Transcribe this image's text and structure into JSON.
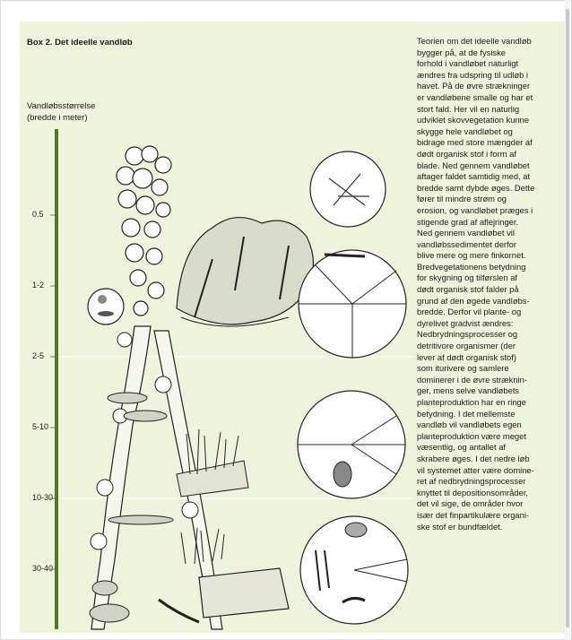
{
  "box_title": "Box  2. Det ideelle vandløb",
  "axis": {
    "title_line1": "Vandløbsstørrelse",
    "title_line2": "(bredde i meter)",
    "ticks": [
      "0.5",
      "1-2",
      "2-5",
      "5-10",
      "10-30",
      "30-40"
    ]
  },
  "description_lines": [
    "Teorien om det ideelle vandløb",
    "bygger på, at de fysiske",
    "forhold i vandløbet naturligt",
    "ændres fra udspring til udløb i",
    "havet. På de øvre strækninger",
    "er vandløbene smalle og har et",
    "stort fald. Her vil en naturlig",
    "udviklet skovvegetation kunne",
    "skygge hele vandløbet og",
    "bidrage med store mængder af",
    "dødt organisk stof i form af",
    "blade. Ned gennem vandløbet",
    "aftager faldet samtidig med, at",
    "bredde samt dybde øges. Dette",
    "fører til mindre strøm og",
    "erosion, og vandløbet præges i",
    "stigende grad af aflejringer.",
    "Ned gennem vandløbet vil",
    "vandløbssedimentet derfor",
    "blive mere og mere finkornet.",
    "Bredvegetationens betydning",
    "for skygning og tilførslen af",
    "dødt organisk stof falder på",
    "grund af den øgede vandløbs-",
    "bredde. Derfor vil plante- og",
    "dyrelivet gradvist ændres:",
    "Nedbrydningsprocesser og",
    "detritivore organismer (der",
    "lever af dødt organisk stof)",
    "som iturivere og samlere",
    "dominerer i de øvre stræknin-",
    "ger, mens selve vandløbets",
    "planteproduktion har en ringe",
    "betydning. I det mellemste",
    "vandløb vil vandløbets egen",
    "planteproduktion være meget",
    "væsentlig, og antallet af",
    "skrabere øges. I det nedre løb",
    "vil systemet atter være domine-",
    "ret af nedbrydningsprocesser",
    "knyttet til depositionsområder,",
    "det vil sige, de områder hvor",
    "især det finpartikulære organi-",
    "ske stof er bundfældet."
  ],
  "colors": {
    "panel": "#eef3dc",
    "axis_line": "#4f7a2a",
    "ink": "#1a1a1a"
  }
}
